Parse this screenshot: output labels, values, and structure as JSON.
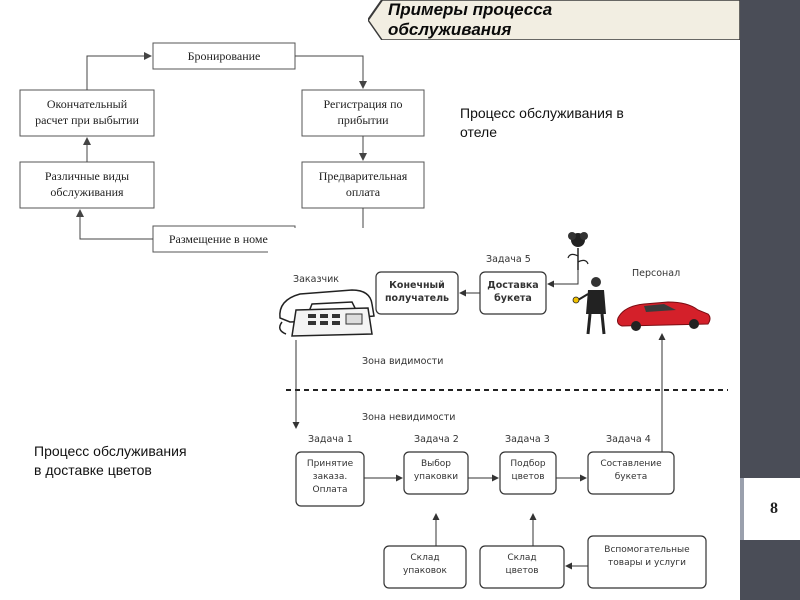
{
  "slide": {
    "title_line1": "Примеры процесса",
    "title_line2": "обслуживания",
    "page_number": "8"
  },
  "hotel": {
    "caption_line1": "Процесс обслуживания в",
    "caption_line2": "отеле",
    "boxes": {
      "booking": "Бронирование",
      "registration_l1": "Регистрация по",
      "registration_l2": "прибытии",
      "prepayment_l1": "Предварительная",
      "prepayment_l2": "оплата",
      "placement": "Размещение в номере",
      "services_l1": "Различные виды",
      "services_l2": "обслуживания",
      "final_l1": "Окончательный",
      "final_l2": "расчет при выбытии"
    }
  },
  "flowers": {
    "caption_line1": "Процесс обслуживания",
    "caption_line2": "в доставке цветов",
    "customer": "Заказчик",
    "staff": "Персонал",
    "visible_zone": "Зона видимости",
    "invisible_zone": "Зона невидимости",
    "task5": "Задача 5",
    "task1": "Задача 1",
    "task2": "Задача 2",
    "task3": "Задача 3",
    "task4": "Задача 4",
    "recipient_l1": "Конечный",
    "recipient_l2": "получатель",
    "delivery_l1": "Доставка",
    "delivery_l2": "букета",
    "accept_l1": "Принятие",
    "accept_l2": "заказа.",
    "accept_l3": "Оплата",
    "pack_select_l1": "Выбор",
    "pack_select_l2": "упаковки",
    "flower_select_l1": "Подбор",
    "flower_select_l2": "цветов",
    "compose_l1": "Составление",
    "compose_l2": "букета",
    "pack_stock_l1": "Склад",
    "pack_stock_l2": "упаковок",
    "flower_stock_l1": "Склад",
    "flower_stock_l2": "цветов",
    "aux_l1": "Вспомогательные",
    "aux_l2": "товары и услуги"
  },
  "colors": {
    "sidebar": "#4a4d57",
    "title_tab": "#f2eee2",
    "title_tab_border": "#3a3a3a"
  }
}
